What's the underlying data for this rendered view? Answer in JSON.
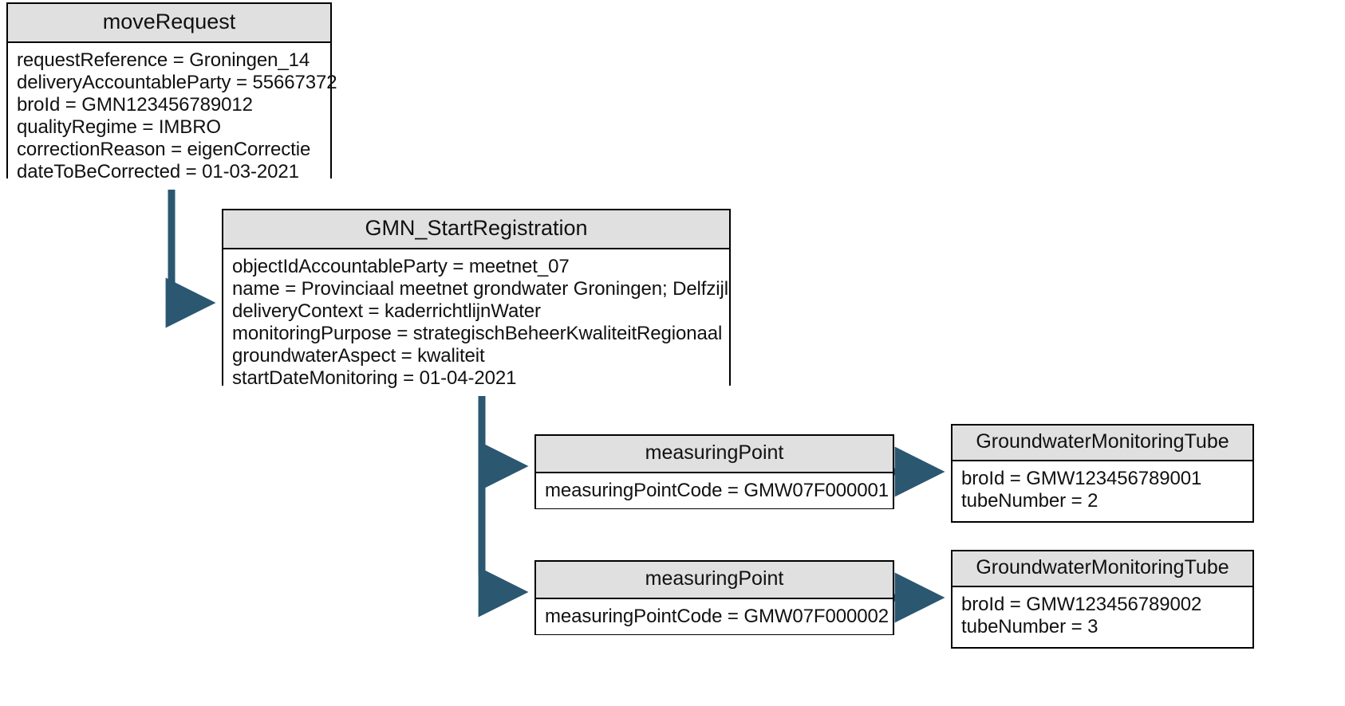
{
  "diagram": {
    "title": "moveRequest GMN_StartRegistration object diagram",
    "accent_color": "#2b5771",
    "header_fill": "#e0e0e0",
    "box_border": "#000000",
    "background": "#ffffff"
  },
  "boxes": {
    "move_request": {
      "title": "moveRequest",
      "attributes": [
        "requestReference = Groningen_14",
        "deliveryAccountableParty = 55667372",
        "broId = GMN123456789012",
        "qualityRegime = IMBRO",
        "correctionReason = eigenCorrectie",
        "dateToBeCorrected = 01-03-2021"
      ]
    },
    "gmn_start_registration": {
      "title": "GMN_StartRegistration",
      "attributes": [
        "objectIdAccountableParty = meetnet_07",
        "name = Provinciaal meetnet grondwater Groningen; Delfzijl",
        "deliveryContext = kaderrichtlijnWater",
        "monitoringPurpose = strategischBeheerKwaliteitRegionaal",
        "groundwaterAspect = kwaliteit",
        "startDateMonitoring = 01-04-2021"
      ]
    },
    "measuring_point_1": {
      "title": "measuringPoint",
      "attributes": [
        "measuringPointCode = GMW07F000001"
      ]
    },
    "measuring_point_2": {
      "title": "measuringPoint",
      "attributes": [
        "measuringPointCode = GMW07F000002"
      ]
    },
    "monitoring_tube_1": {
      "title": "GroundwaterMonitoringTube",
      "attributes": [
        "broId = GMW123456789001",
        "tubeNumber = 2"
      ]
    },
    "monitoring_tube_2": {
      "title": "GroundwaterMonitoringTube",
      "attributes": [
        "broId = GMW123456789002",
        "tubeNumber = 3"
      ]
    }
  },
  "connectors": [
    {
      "name": "move-request-to-gmn-start",
      "from": "move_request",
      "to": "gmn_start_registration",
      "style": "elbow-down-right"
    },
    {
      "name": "gmn-start-to-measuring-point-1",
      "from": "gmn_start_registration",
      "to": "measuring_point_1",
      "style": "elbow-down-right"
    },
    {
      "name": "gmn-start-to-measuring-point-2",
      "from": "gmn_start_registration",
      "to": "measuring_point_2",
      "style": "elbow-down-right"
    },
    {
      "name": "measuring-point-1-to-tube-1",
      "from": "measuring_point_1",
      "to": "monitoring_tube_1",
      "style": "straight-right"
    },
    {
      "name": "measuring-point-2-to-tube-2",
      "from": "measuring_point_2",
      "to": "monitoring_tube_2",
      "style": "straight-right"
    }
  ]
}
